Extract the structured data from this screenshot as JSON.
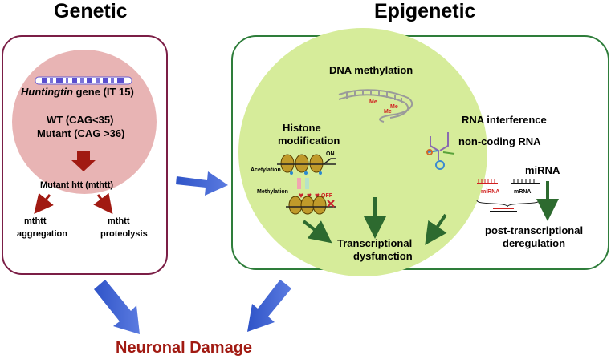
{
  "headers": {
    "genetic": "Genetic",
    "epigenetic": "Epigenetic"
  },
  "genetic": {
    "gene_name": "Huntingtin",
    "gene_suffix": " gene (IT 15)",
    "wt": "WT  (CAG<35)",
    "mutant": "Mutant  (CAG >36)",
    "mutant_htt": "Mutant htt (mthtt)",
    "aggregation_1": "mthtt",
    "aggregation_2": "aggregation",
    "proteolysis_1": "mthtt",
    "proteolysis_2": "proteolysis"
  },
  "epigenetic": {
    "dna_methylation": "DNA methylation",
    "me": "Me",
    "histone_1": "Histone",
    "histone_2": "modification",
    "acetylation": "Acetylation",
    "methylation": "Methylation",
    "on": "ON",
    "off": "OFF",
    "rna_interference": "RNA interference",
    "noncoding_rna": "non-coding RNA",
    "mirna_title": "miRNA",
    "mirna_small": "miRNA",
    "mrna_small": "mRNA",
    "transcriptional_1": "Transcriptional",
    "transcriptional_2": "dysfunction",
    "post_1": "post-transcriptional",
    "post_2": "deregulation"
  },
  "outcome": "Neuronal Damage",
  "colors": {
    "genetic_border": "#7b1e46",
    "genetic_circle": "#e8b4b4",
    "epi_border": "#2e7d3a",
    "epi_circle": "#d6ec9a",
    "dark_red": "#a11a12",
    "dark_green": "#2d6a2f",
    "blue_arrow": "#3a5fcd"
  }
}
